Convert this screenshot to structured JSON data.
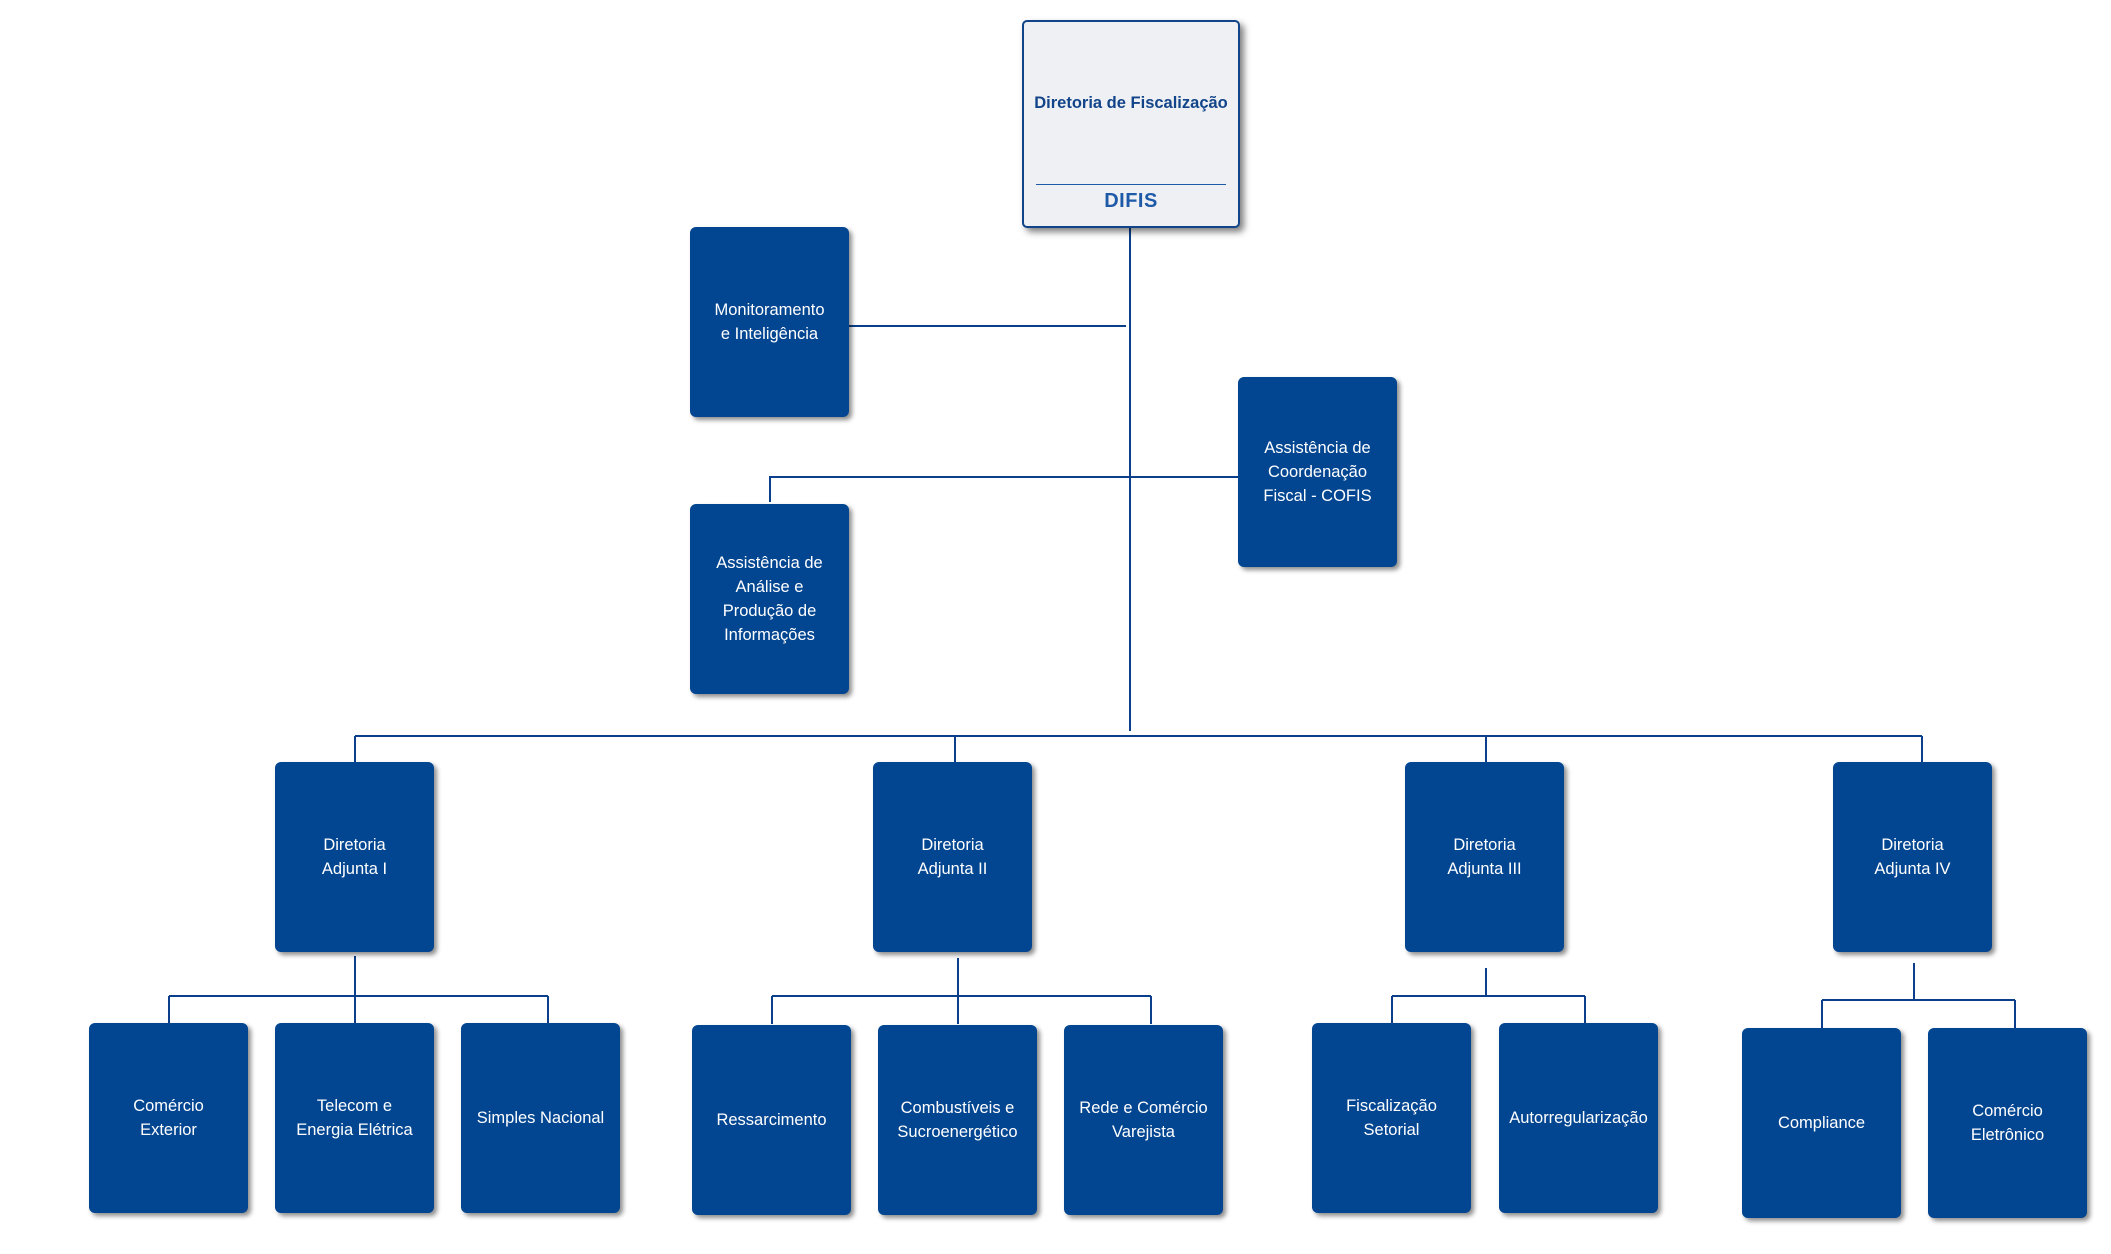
{
  "root": {
    "name": "Diretoria de Fiscalização",
    "abbr": "DIFIS"
  },
  "staff": {
    "monitoramento": "Monitoramento e Inteligência",
    "cofis": "Assistência de Coordenação Fiscal - COFIS",
    "analise": "Assistência de Análise e Produção de Informações"
  },
  "adjuntas": [
    {
      "name": "Diretoria Adjunta I",
      "units": [
        "Comércio Exterior",
        "Telecom e Energia Elétrica",
        "Simples Nacional"
      ]
    },
    {
      "name": "Diretoria Adjunta II",
      "units": [
        "Ressarcimento",
        "Combustíveis e Sucroenergético",
        "Rede e Comércio Varejista"
      ]
    },
    {
      "name": "Diretoria Adjunta III",
      "units": [
        "Fiscalização Setorial",
        "Autorregularização"
      ]
    },
    {
      "name": "Diretoria Adjunta IV",
      "units": [
        "Compliance",
        "Comércio Eletrônico"
      ]
    }
  ],
  "colors": {
    "box": "#024590",
    "line": "#0b3f8c",
    "root_bg": "#eef0f3"
  }
}
